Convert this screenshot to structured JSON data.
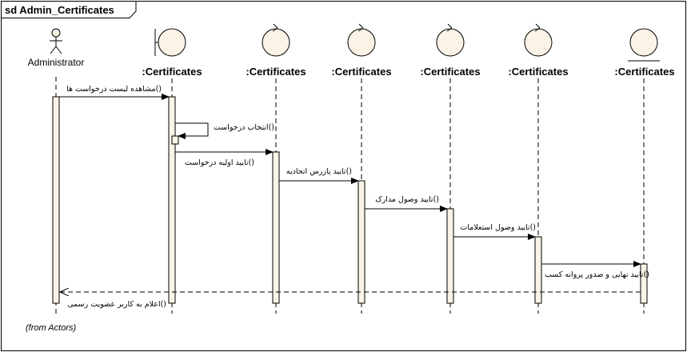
{
  "frame": {
    "title": "sd Admin_Certificates"
  },
  "lifelines": [
    {
      "name": "Administrator",
      "kind": "actor"
    },
    {
      "name": ":Certificates",
      "kind": "boundary"
    },
    {
      "name": ":Certificates",
      "kind": "control"
    },
    {
      "name": ":Certificates",
      "kind": "control"
    },
    {
      "name": ":Certificates",
      "kind": "control"
    },
    {
      "name": ":Certificates",
      "kind": "control"
    },
    {
      "name": ":Certificates",
      "kind": "entity"
    }
  ],
  "messages": [
    {
      "label": "مشاهده لیست درخواست ها()",
      "from": 0,
      "to": 1,
      "type": "sync"
    },
    {
      "label": "انتخاب درخواست()",
      "from": 1,
      "to": 1,
      "type": "self"
    },
    {
      "label": "تایید اولیه درخواست()",
      "from": 1,
      "to": 2,
      "type": "sync"
    },
    {
      "label": "تایید پازرس اتحادیه()",
      "from": 2,
      "to": 3,
      "type": "sync"
    },
    {
      "label": "تایید وصول مدارک()",
      "from": 3,
      "to": 4,
      "type": "sync"
    },
    {
      "label": "تایید وصول استعلامات()",
      "from": 4,
      "to": 5,
      "type": "sync"
    },
    {
      "label": "تایید نهایی و صدور پروانه کسب()",
      "from": 5,
      "to": 6,
      "type": "sync"
    },
    {
      "label": "اعلام به کاربر عضویت رسمی()",
      "from": 6,
      "to": 0,
      "type": "return"
    }
  ],
  "note": "(from Actors)",
  "colors": {
    "activation_fill": "#fbf3e6",
    "symbol_fill": "#fbf3e6",
    "line": "#000000"
  }
}
